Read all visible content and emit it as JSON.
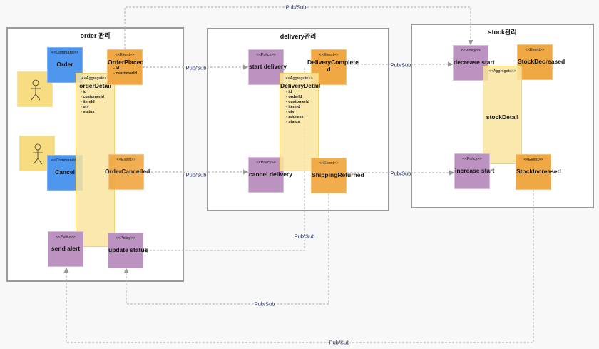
{
  "contexts": {
    "order": {
      "title": "order 관리"
    },
    "delivery": {
      "title": "delivery관리"
    },
    "stock": {
      "title": "stock관리"
    }
  },
  "stereotypes": {
    "command": "<<Command>>",
    "event": "<<Event>>",
    "policy": "<<Policy>>",
    "aggregate": "<<Aggregate>>"
  },
  "order": {
    "commands": [
      "Order",
      "Cancel"
    ],
    "aggregate": {
      "name": "orderDetail",
      "fields": [
        "id",
        "customerId",
        "itemId",
        "qty",
        "status"
      ]
    },
    "events": {
      "placed": {
        "name": "OrderPlaced",
        "fields": [
          "id",
          "customerId ..."
        ]
      },
      "cancelled": "OrderCancelled"
    },
    "policies": [
      "send alert",
      "update status"
    ]
  },
  "delivery": {
    "policies": [
      "start delivery",
      "cancel delivery"
    ],
    "events": [
      "DeliveryComplete d",
      "ShippingReturned"
    ],
    "aggregate": {
      "name": "DeliveryDetail",
      "fields": [
        "id",
        "orderId",
        "customerId",
        "itemId",
        "qty",
        "address",
        "status"
      ]
    }
  },
  "stock": {
    "policies": [
      "decrease start",
      "increase start"
    ],
    "events": [
      "StockDecreased",
      "StockIncreased"
    ],
    "aggregate": {
      "name": "stockDetail"
    }
  },
  "relation_label": "Pub/Sub",
  "colors": {
    "command": "#4e96ee",
    "event": "#f0a844",
    "policy": "#bb92c0",
    "aggregate": "#f9e49e",
    "actor": "#f7dc82"
  }
}
